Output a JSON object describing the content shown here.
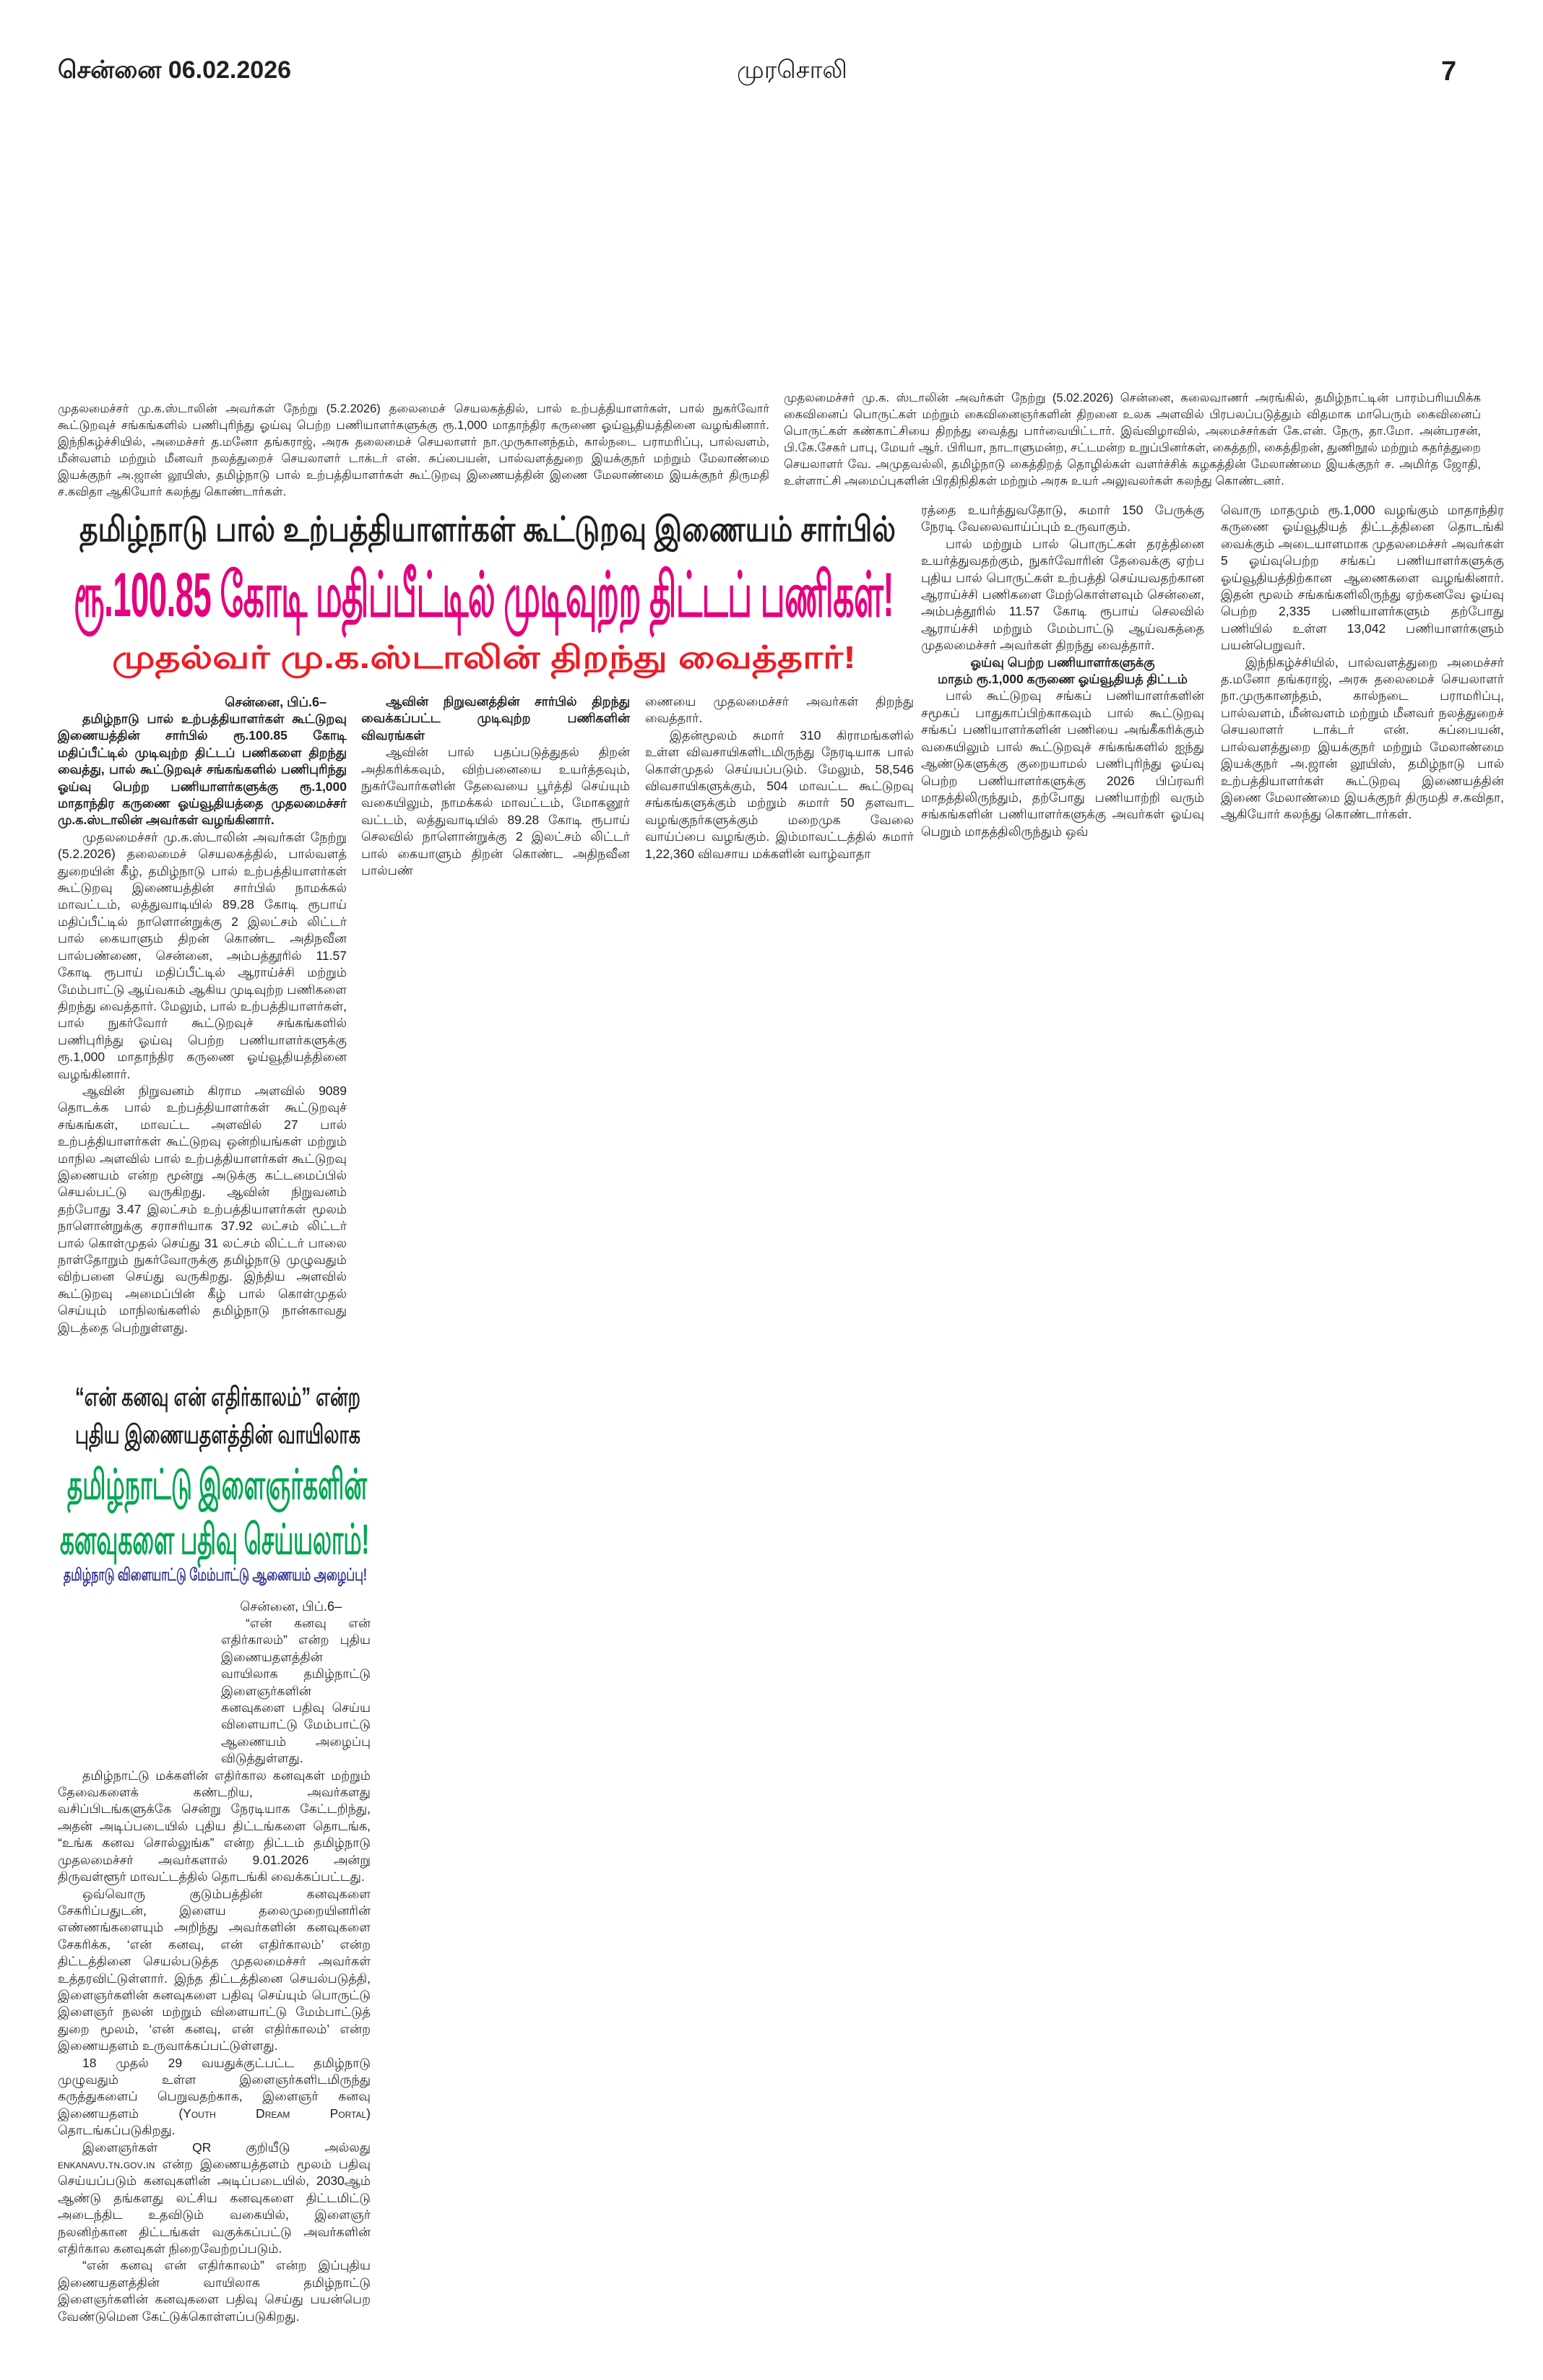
{
  "header": {
    "dateline": "சென்னை 06.02.2026",
    "masthead": "முரசொலி",
    "page_number": "7"
  },
  "captions": {
    "left": "முதலமைச்சர் மு.க.ஸ்டாலின் அவர்கள் நேற்று (5.2.2026) தலைமைச் செயலகத்தில், பால் உற்பத்தியாளர்கள், பால் நுகர்வோர் கூட்டுறவுச் சங்கங்களில் பணிபுரிந்து ஓய்வு பெற்ற பணியாளர்களுக்கு ரூ.1,000 மாதாந்திர கருணை ஓய்வூதியத்தினை வழங்கினார். இந்நிகழ்ச்சியில், அமைச்சர் த.மனோ தங்கராஜ், அரசு தலைமைச் செயலாளர் நா.முருகானந்தம், கால்நடை பராமரிப்பு, பால்வளம், மீன்வளம் மற்றும் மீனவர் நலத்துறைச் செயலாளர் டாக்டர் என். சுப்பையன், பால்வளத்துறை இயக்குநர் மற்றும் மேலாண்மை இயக்குநர் அ.ஜான் லூயிஸ், தமிழ்நாடு பால் உற்பத்தியாளர்கள் கூட்டுறவு இணையத்தின் இணை மேலாண்மை இயக்குநர் திருமதி ச.கவிதா ஆகியோர் கலந்து கொண்டார்கள்.",
    "right": "முதலமைச்சர் மு.க. ஸ்டாலின் அவர்கள் நேற்று (5.02.2026) சென்னை, கலைவாணர் அரங்கில், தமிழ்நாட்டின் பாரம்பரியமிக்க கைவினைப் பொருட்கள் மற்றும் கைவினைஞர்களின் திறனை உலக அளவில் பிரபலப்படுத்தும் விதமாக மாபெரும் கைவினைப் பொருட்கள் கண்காட்சியை திறந்து வைத்து பார்வையிட்டார். இவ்விழாவில், அமைச்சர்கள் கே.என். நேரு, தா.மோ. அன்பரசன், பி.கே.சேகர் பாபு, மேயர் ஆர். பிரியா, நாடாளுமன்ற, சட்டமன்ற உறுப்பினர்கள், கைத்தறி, கைத்திறன், துணிநூல் மற்றும் கதர்த்துறை செயலாளர் வே. அமுதவல்லி, தமிழ்நாடு கைத்திறத் தொழில்கள் வளர்ச்சிக் கழகத்தின் மேலாண்மை இயக்குநர் ச. அமிர்த ஜோதி, உள்ளாட்சி அமைப்புகளின் பிரதிநிதிகள் மற்றும் அரசு உயர் அலுவலர்கள் கலந்து கொண்டனர்."
  },
  "article1": {
    "kicker": "தமிழ்நாடு பால் உற்பத்தியாளர்கள் கூட்டுறவு இணையம் சார்பில்",
    "headline": "ரூ.100.85 கோடி மதிப்பீட்டில் முடிவுற்ற திட்டப் பணிகள்!",
    "subheadline": "முதல்வர் மு.க.ஸ்டாலின் திறந்து வைத்தார்!",
    "dateline": "சென்னை, பிப்.6–",
    "lead": "தமிழ்நாடு பால் உற்பத்தியாளர்கள் கூட்டுறவு இணையத்தின் சார்பில் ரூ.100.85 கோடி மதிப்பீட்டில் முடிவுற்ற திட்டப் பணிகளை திறந்து வைத்து, பால் கூட்டுறவுச் சங்கங்களில் பணிபுரிந்து ஓய்வு பெற்ற பணியாளர்களுக்கு ரூ.1,000 மாதாந்திர கருணை ஓய்வூதியத்தை முதலமைச்சர் மு.க.ஸ்டாலின் அவர்கள் வழங்கினார்.",
    "p1": "முதலமைச்சர் மு.க.ஸ்டாலின் அவர்கள் நேற்று (5.2.2026) தலைமைச் செயலகத்தில், பால்வளத் துறையின் கீழ், தமிழ்நாடு பால் உற்பத்தியாளர்கள் கூட்டுறவு இணையத்தின் சார்பில் நாமக்கல் மாவட்டம், லத்துவாடியில் 89.28 கோடி ரூபாய் மதிப்பீட்டில் நாளொன்றுக்கு 2 இலட்சம் லிட்டர் பால் கையாளும் திறன் கொண்ட அதிநவீன பால்பண்ணை, சென்னை, அம்பத்தூரில் 11.57 கோடி ரூபாய் மதிப்பீட்டில் ஆராய்ச்சி மற்றும் மேம்பாட்டு ஆய்வகம் ஆகிய முடிவுற்ற பணிகளை திறந்து வைத்தார். மேலும், பால் உற்பத்தியாளர்கள், பால் நுகர்வோர் கூட்டுறவுச் சங்கங்களில் பணிபுரிந்து ஓய்வு பெற்ற பணியாளர்களுக்கு ரூ.1,000 மாதாந்திர கருணை ஓய்வூதியத்தினை வழங்கினார்.",
    "p2": "ஆவின் நிறுவனம் கிராம அளவில் 9089 தொடக்க பால் உற்பத்தியாளர்கள் கூட்டுறவுச் சங்கங்கள், மாவட்ட அளவில் 27 பால் உற்பத்தியாளர்கள் கூட்டுறவு ஒன்றியங்கள் மற்றும் மாநில அளவில் பால் உற்பத்தியாளர்கள் கூட்டுறவு இணையம் என்ற மூன்று அடுக்கு கட்டமைப்பில் செயல்பட்டு வருகிறது. ஆவின் நிறுவனம் தற்போது 3.47 இலட்சம் உற்பத்தியாளர்கள் மூலம் நாளொன்றுக்கு சராசரியாக 37.92 லட்சம் லிட்டர் பால் கொள்முதல் செய்து 31 லட்சம் லிட்டர் பாலை நாள்தோறும் நுகர்வோருக்கு தமிழ்நாடு முழுவதும் விற்பனை செய்து வருகிறது. இந்திய அளவில் கூட்டுறவு அமைப்பின் கீழ் பால் கொள்முதல் செய்யும் மாநிலங்களில் தமிழ்நாடு நான்காவது இடத்தை பெற்றுள்ளது.",
    "section1_heading": "ஆவின் நிறுவனத்தின் சார்பில் திறந்து வைக்கப்பட்ட முடிவுற்ற பணிகளின் விவரங்கள்",
    "p3_part1": "ஆவின் பால் பதப்படுத்துதல் திறன் அதிகரிக்கவும், விற்பனையை உயர்த்தவும், நுகர்வோர்களின் தேவையை பூர்த்தி செய்யும் வகையிலும், நாமக்கல் மாவட்டம், மோகனூர் வட்டம், லத்துவாடியில் 89.28 கோடி ரூபாய் செலவில் நாளொன்றுக்கு 2 இலட்சம் லிட்டர் பால் கையாளும் திறன் கொண்ட அதிநவீன பால்பண்",
    "p3_part2": "ணையை முதலமைச்சர் அவர்கள் திறந்து வைத்தார்.",
    "p4_part1": "இதன்மூலம் சுமார் 310 கிராமங்களில் உள்ள விவசாயிகளிடமிருந்து நேரடியாக பால் கொள்முதல் செய்யப்படும். மேலும், 58,546 விவசாயிகளுக்கும், 504 மாவட்ட கூட்டுறவு சங்கங்களுக்கும் மற்றும் சுமார் 50 தளவாட வழங்குநர்களுக்கும் மறைமுக வேலை வாய்ப்பை வழங்கும். இம்மாவட்டத்தில் சுமார் 1,22,360 விவசாய மக்களின் வாழ்வாதா",
    "p4_part2": "ரத்தை உயர்த்துவதோடு, சுமார் 150 பேருக்கு நேரடி வேலைவாய்ப்பும் உருவாகும்.",
    "p5": "பால் மற்றும் பால் பொருட்கள் தரத்தினை உயர்த்துவதற்கும், நுகர்வோரின் தேவைக்கு ஏற்ப புதிய பால் பொருட்கள் உற்பத்தி செய்யவதற்கான ஆராய்ச்சி பணிகளை மேற்கொள்ளவும் சென்னை, அம்பத்தூரில் 11.57 கோடி ரூபாய் செலவில் ஆராய்ச்சி மற்றும் மேம்பாட்டு ஆய்வகத்தை முதலமைச்சர் அவர்கள் திறந்து வைத்தார்.",
    "section2_heading_line1": "ஓய்வு பெற்ற பணியாளர்களுக்கு",
    "section2_heading_line2": "மாதம் ரூ.1,000 கருணை ஓய்வூதியத் திட்டம்",
    "p6_part1": "பால் கூட்டுறவு சங்கப் பணியாளர்களின் சமூகப் பாதுகாப்பிற்காகவும் பால் கூட்டுறவு சங்கப் பணியாளர்களின் பணியை அங்கீகரிக்கும் வகையிலும் பால் கூட்டுறவுச் சங்கங்களில் ஐந்து ஆண்டுகளுக்கு குறையாமல் பணிபுரிந்து ஓய்வு பெற்ற பணியாளர்களுக்கு 2026 பிப்ரவரி மாதத்திலிருந்தும், தற்போது பணியாற்றி வரும் சங்கங்களின் பணியாளர்களுக்கு அவர்கள் ஓய்வு பெறும் மாதத்திலிருந்தும் ஒவ்",
    "p6_part2": "வொரு மாதமும் ரூ.1,000 வழங்கும் மாதாந்திர கருணை ஓய்வூதியத் திட்டத்தினை தொடங்கி வைக்கும் அடையாளமாக முதலமைச்சர் அவர்கள் 5 ஓய்வுபெற்ற சங்கப் பணியாளர்களுக்கு ஓய்வூதியத்திற்கான ஆணைகளை வழங்கினார். இதன் மூலம் சங்கங்களிலிருந்து ஏற்கனவே ஓய்வு பெற்ற 2,335 பணியாளர்களும் தற்போது பணியில் உள்ள 13,042 பணியாளர்களும் பயன்பெறுவர்.",
    "p7": "இந்நிகழ்ச்சியில், பால்வளத்துறை அமைச்சர் த.மனோ தங்கராஜ், அரசு தலைமைச் செயலாளர் நா.முருகானந்தம், கால்நடை பராமரிப்பு, பால்வளம், மீன்வளம் மற்றும் மீனவர் நலத்துறைச் செயலாளர் டாக்டர் என். சுப்பையன், பால்வளத்துறை இயக்குநர் மற்றும் மேலாண்மை இயக்குநர் அ.ஜான் லூயிஸ், தமிழ்நாடு பால் உற்பத்தியாளர்கள் கூட்டுறவு இணையத்தின் இணை மேலாண்மை இயக்குநர் திருமதி ச.கவிதா, ஆகியோர் கலந்து கொண்டார்கள்."
  },
  "article2": {
    "kicker_line1": "“என் கனவு என் எதிர்காலம்” என்ற",
    "kicker_line2": "புதிய இணையதளத்தின் வாயிலாக",
    "headline_line1": "தமிழ்நாட்டு இளைஞர்களின்",
    "headline_line2": "கனவுகளை பதிவு செய்யலாம்!",
    "subheadline": "தமிழ்நாடு விளையாட்டு மேம்பாட்டு ஆணையம் அழைப்பு!",
    "dateline": "சென்னை, பிப்.6–",
    "p1": "“என் கனவு என் எதிர்காலம்” என்ற புதிய இணையதளத்தின் வாயிலாக தமிழ்நாட்டு இளைஞர்களின் கனவுகளை பதிவு செய்ய விளையாட்டு மேம்பாட்டு ஆணையம் அழைப்பு விடுத்துள்ளது.",
    "p2": "தமிழ்நாட்டு மக்களின் எதிர்கால கனவுகள் மற்றும் தேவைகளைக் கண்டறிய, அவர்களது வசிப்பிடங்களுக்கே சென்று நேரடியாக கேட்டறிந்து, அதன் அடிப்படையில் புதிய திட்டங்களை தொடங்க, “உங்க கனவ சொல்லுங்க” என்ற திட்டம் தமிழ்நாடு முதலமைச்சர் அவர்களால் 9.01.2026 அன்று திருவள்ளூர் மாவட்டத்தில் தொடங்கி வைக்கப்பட்டது.",
    "p3": "ஒவ்வொரு குடும்பத்தின் கனவுகளை சேகரிப்பதுடன், இளைய தலைமுறையினரின் எண்ணங்களையும் அறிந்து அவர்களின் கனவுகளை சேகரிக்க, ‘என் கனவு, என் எதிர்காலம்’ என்ற திட்டத்தினை செயல்படுத்த முதலமைச்சர் அவர்கள் உத்தரவிட்டுள்ளார். இந்த திட்டத்தினை செயல்படுத்தி, இளைஞர்களின் கனவுகளை பதிவு செய்யும் பொருட்டு இளைஞர் நலன் மற்றும் விளையாட்டு மேம்பாட்டுத் துறை மூலம், ‘என் கனவு, என் எதிர்காலம்’ என்ற இணையதளம் உருவாக்கப்பட்டுள்ளது.",
    "p4_a": "18 முதல் 29 வயதுக்குட்பட்ட தமிழ்நாடு முழுவதும் உள்ள இளைஞர்களிடமிருந்து கருத்துகளைப் பெறுவதற்காக, இளைஞர் கனவு இணையதளம் (",
    "p4_b": "Youth Dream Portal",
    "p4_c": ") தொடங்கப்படுகிறது.",
    "p5_a": "இளைஞர்கள் QR குறியீடு அல்லது ",
    "p5_b": "enkanavu.tn.gov.in",
    "p5_c": " என்ற இணையத்தளம் மூலம் பதிவு செய்யப்படும் கனவுகளின் அடிப்படையில், 2030ஆம் ஆண்டு தங்களது லட்சிய கனவுகளை திட்டமிட்டு அடைந்திட உதவிடும் வகையில், இளைஞர் நலனிற்கான திட்டங்கள் வகுக்கப்பட்டு அவர்களின் எதிர்கால கனவுகள் நிறைவேற்றப்படும்.",
    "p6": "“என் கனவு என் எதிர்காலம்” என்ற இப்புதிய இணையதளத்தின் வாயிலாக தமிழ்நாட்டு இளைஞர்களின் கனவுகளை பதிவு செய்து பயன்பெற வேண்டுமென கேட்டுக்கொள்ளப்படுகிறது."
  },
  "colors": {
    "headline_pink": "#e5007e",
    "headline_red": "#ed1c24",
    "headline_green": "#00a651",
    "subhead_blue": "#2e3192",
    "text": "#231f20"
  }
}
